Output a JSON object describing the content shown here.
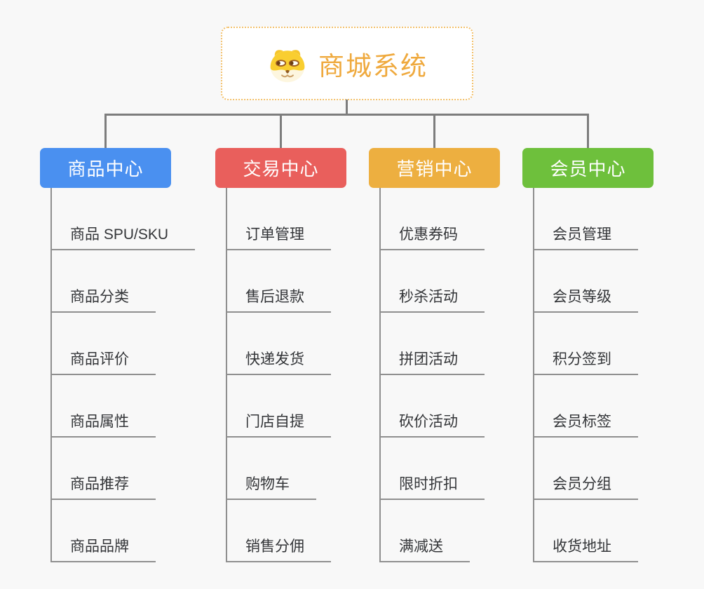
{
  "page": {
    "background": "#f8f8f8",
    "connector_color": "#7d7d7d",
    "underline_color": "#8f8f8f"
  },
  "root": {
    "title": "商城系统",
    "icon": "shiba-dog-icon",
    "title_color": "#efa93d",
    "border_color": "#f3c06a"
  },
  "branches": [
    {
      "label": "商品中心",
      "color": "#4a90f0",
      "items": [
        "商品 SPU/SKU",
        "商品分类",
        "商品评价",
        "商品属性",
        "商品推荐",
        "商品品牌"
      ]
    },
    {
      "label": "交易中心",
      "color": "#e95f5c",
      "items": [
        "订单管理",
        "售后退款",
        "快递发货",
        "门店自提",
        "购物车",
        "销售分佣"
      ]
    },
    {
      "label": "营销中心",
      "color": "#edaf40",
      "items": [
        "优惠券码",
        "秒杀活动",
        "拼团活动",
        "砍价活动",
        "限时折扣",
        "满减送"
      ]
    },
    {
      "label": "会员中心",
      "color": "#6ec03c",
      "items": [
        "会员管理",
        "会员等级",
        "积分签到",
        "会员标签",
        "会员分组",
        "收货地址"
      ]
    }
  ]
}
